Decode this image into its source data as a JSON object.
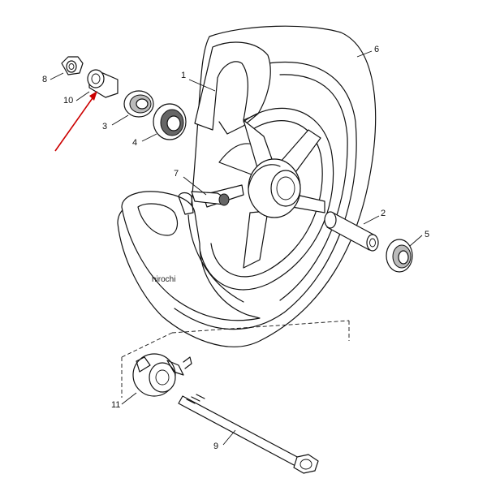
{
  "callouts": {
    "c1": "1",
    "c2": "2",
    "c3": "3",
    "c4": "4",
    "c5": "5",
    "c6": "6",
    "c7": "7",
    "c8": "8",
    "c9": "9",
    "c10": "10",
    "c11": "11"
  },
  "watermark": "hirochi",
  "colors": {
    "line": "#111111",
    "arrow": "#cc0000",
    "background": "#ffffff"
  }
}
